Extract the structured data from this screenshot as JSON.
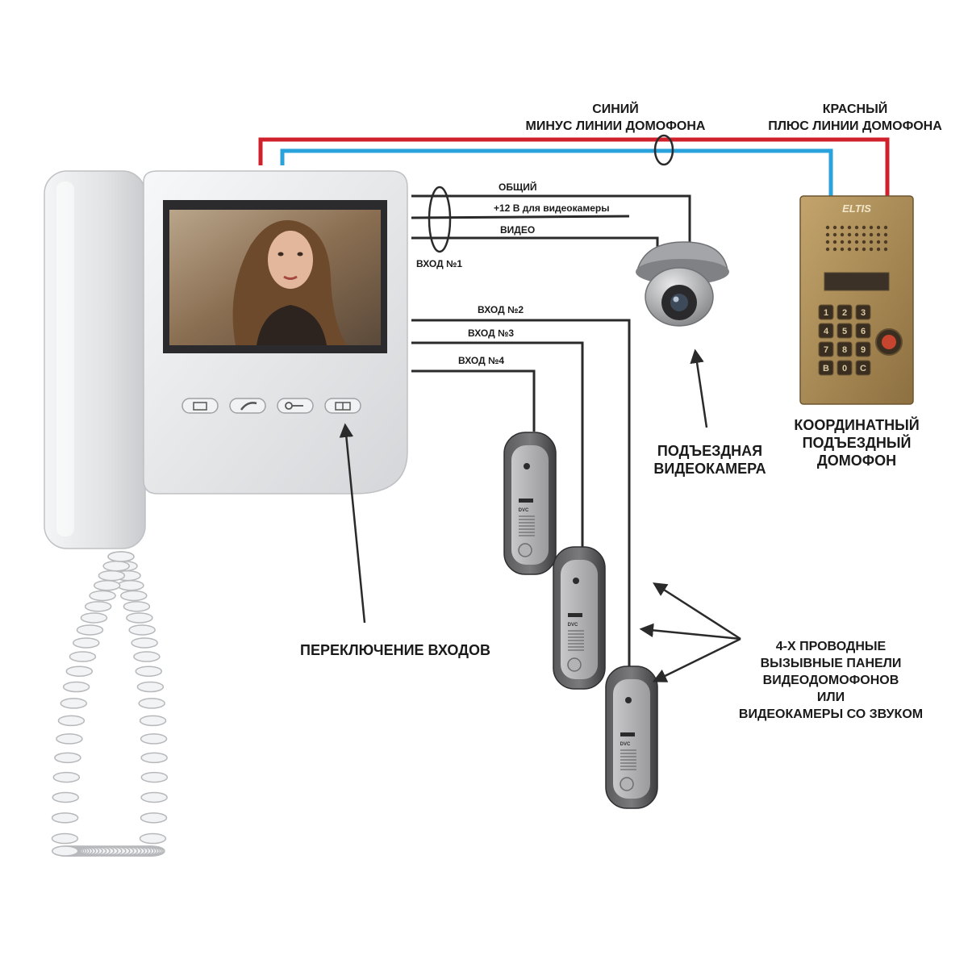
{
  "colors": {
    "red_wire": "#d0202c",
    "blue_wire": "#2aa2dc",
    "dark_wire": "#2a2a2a",
    "monitor_body": "#e9eaec",
    "panel_brass": "#a88a55",
    "call_panel": "#8e8e90"
  },
  "labels": {
    "blue_top": "СИНИЙ",
    "blue_bottom": "МИНУС  ЛИНИИ ДОМОФОНА",
    "red_top": "КРАСНЫЙ",
    "red_bottom": "ПЛЮС  ЛИНИИ ДОМОФОНА",
    "common": "ОБЩИЙ",
    "power": "+12 В для видеокамеры",
    "video": "ВИДЕО",
    "input1": "ВХОД №1",
    "input2": "ВХОД №2",
    "input3": "ВХОД №3",
    "input4": "ВХОД №4",
    "camera_line1": "ПОДЪЕЗДНАЯ",
    "camera_line2": "ВИДЕОКАМЕРА",
    "intercom_line1": "КООРДИНАТНЫЙ",
    "intercom_line2": "ПОДЪЕЗДНЫЙ",
    "intercom_line3": "ДОМОФОН",
    "switching": "ПЕРЕКЛЮЧЕНИЕ  ВХОДОВ",
    "panels_line1": "4-Х ПРОВОДНЫЕ",
    "panels_line2": "ВЫЗЫВНЫЕ ПАНЕЛИ",
    "panels_line3": "ВИДЕОДОМОФОНОВ",
    "panels_line4": "ИЛИ",
    "panels_line5": "ВИДЕОКАМЕРЫ СО ЗВУКОМ"
  },
  "devices": {
    "intercom_brand": "ELTIS",
    "call_panel_brand": "DVC",
    "keypad_keys": [
      "1",
      "2",
      "3",
      "4",
      "5",
      "6",
      "7",
      "8",
      "9",
      "В",
      "0",
      "С"
    ]
  },
  "icons": {
    "monitor_buttons": [
      "monitor-icon",
      "handset-icon",
      "key-icon",
      "switch-input-icon"
    ]
  }
}
